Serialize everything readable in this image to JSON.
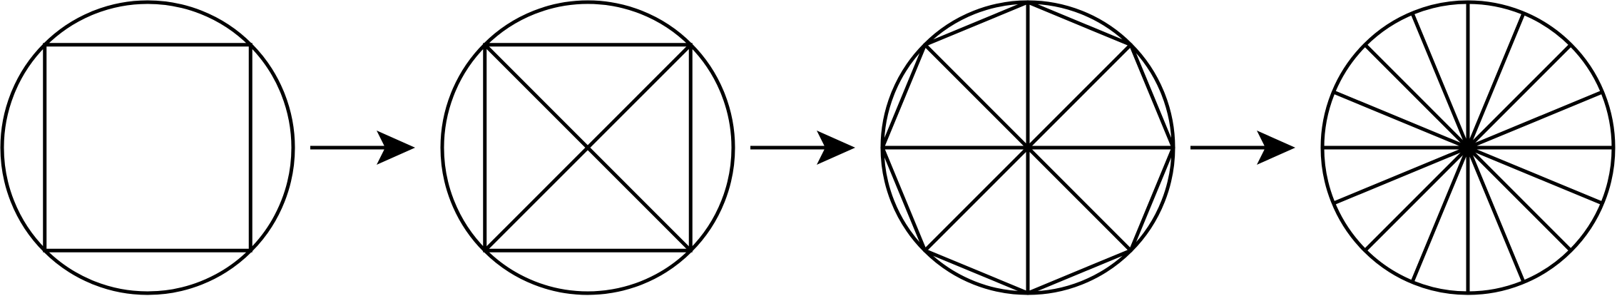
{
  "figure": {
    "stroke_color": "#000000",
    "background": "#ffffff",
    "stages": [
      {
        "id": "stage-1",
        "polygon_sides": 4,
        "spokes": 0,
        "description_visible": false
      },
      {
        "id": "stage-2",
        "polygon_sides": 4,
        "spokes": 4,
        "description_visible": false
      },
      {
        "id": "stage-3",
        "polygon_sides": 8,
        "spokes": 8,
        "description_visible": false
      },
      {
        "id": "stage-4",
        "polygon_sides": 0,
        "spokes": 16,
        "description_visible": false
      }
    ],
    "arrows": [
      {
        "id": "arrow-1"
      },
      {
        "id": "arrow-2"
      },
      {
        "id": "arrow-3"
      }
    ]
  }
}
